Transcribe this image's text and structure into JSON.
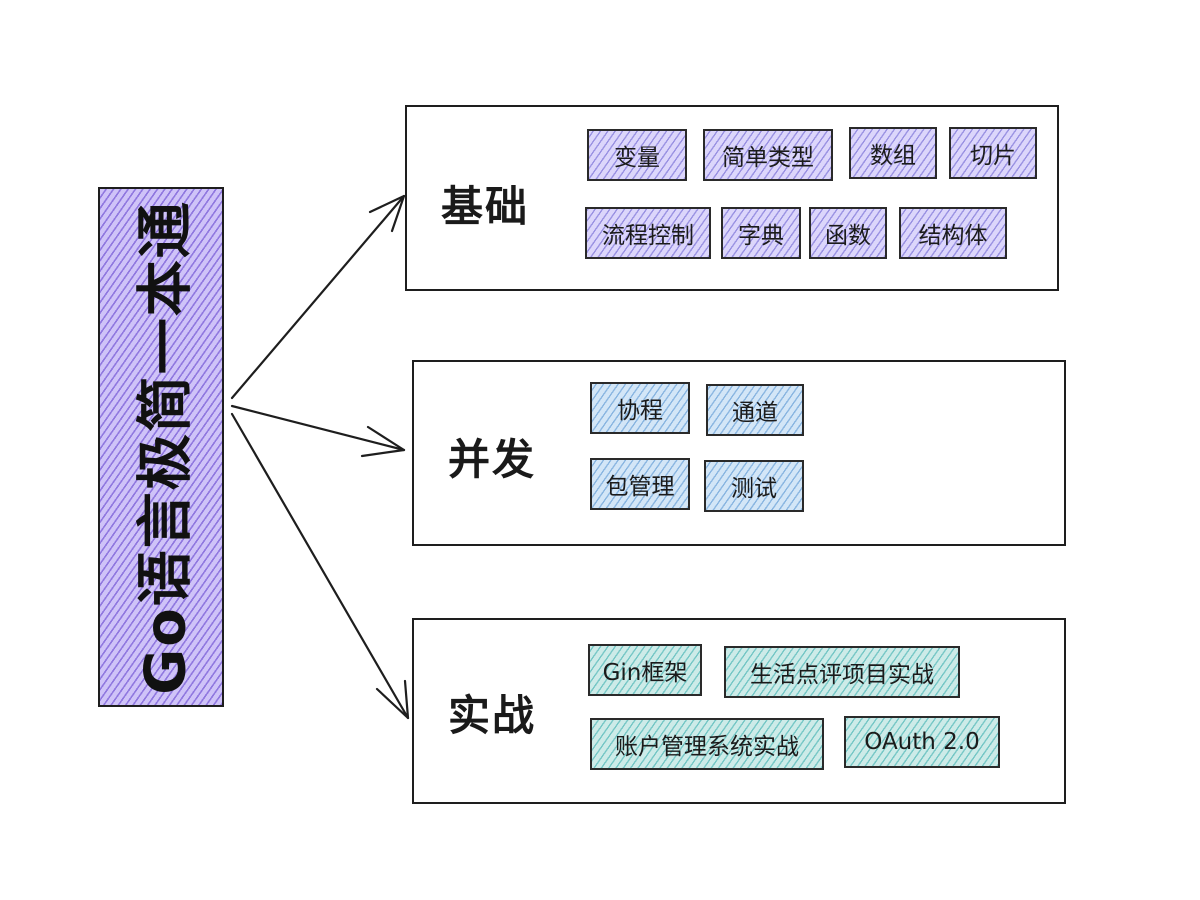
{
  "root": {
    "label": "Go语言极简一本通"
  },
  "colors": {
    "root_fill": "#cfc3f8",
    "basics_fill": "#dcd6fb",
    "concurrency_fill": "#d3e6f7",
    "practice_fill": "#cdebe8",
    "stroke": "#1e1e1e"
  },
  "sections": {
    "basics": {
      "title": "基础",
      "tags": [
        "变量",
        "简单类型",
        "数组",
        "切片",
        "流程控制",
        "字典",
        "函数",
        "结构体"
      ]
    },
    "concurrency": {
      "title": "并发",
      "tags": [
        "协程",
        "通道",
        "包管理",
        "测试"
      ]
    },
    "practice": {
      "title": "实战",
      "tags": [
        "Gin框架",
        "生活点评项目实战",
        "账户管理系统实战",
        "OAuth 2.0"
      ]
    }
  }
}
